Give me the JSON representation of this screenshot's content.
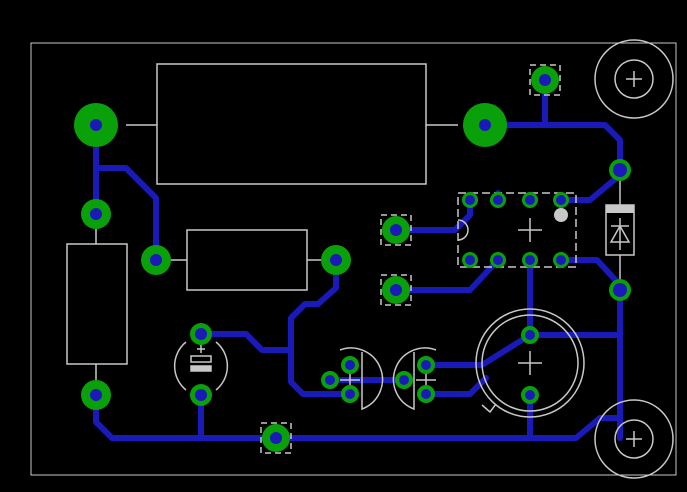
{
  "view": "pcb-layout-editor",
  "colors": {
    "background": "#000000",
    "outline": "#c8c8c8",
    "silkscreen": "#c8c8c8",
    "trace": "#1a1ab8",
    "pad": "#0aa00a",
    "drill": "#1a1ab8",
    "origin_marker": "#c8c8c8"
  },
  "layers": [
    "board-outline",
    "bottom-copper",
    "pads",
    "silkscreen"
  ],
  "components": [
    {
      "id": "R1",
      "type": "resistor",
      "orientation": "horizontal",
      "package": "large"
    },
    {
      "id": "R2",
      "type": "resistor",
      "orientation": "horizontal"
    },
    {
      "id": "R3",
      "type": "resistor",
      "orientation": "vertical"
    },
    {
      "id": "C1",
      "type": "electrolytic-capacitor",
      "size": "small"
    },
    {
      "id": "C2",
      "type": "electrolytic-capacitor",
      "size": "large"
    },
    {
      "id": "Q1",
      "type": "transistor",
      "package": "TO-92"
    },
    {
      "id": "Q2",
      "type": "transistor",
      "package": "TO-92"
    },
    {
      "id": "D1",
      "type": "diode"
    },
    {
      "id": "IC1",
      "type": "ic",
      "package": "DIP-8"
    },
    {
      "id": "J1",
      "type": "connector-pad"
    },
    {
      "id": "J2",
      "type": "connector-pad"
    },
    {
      "id": "J3",
      "type": "connector-pad"
    },
    {
      "id": "J4",
      "type": "connector-pad"
    },
    {
      "id": "H1",
      "type": "mounting-hole"
    },
    {
      "id": "H2",
      "type": "mounting-hole"
    }
  ]
}
